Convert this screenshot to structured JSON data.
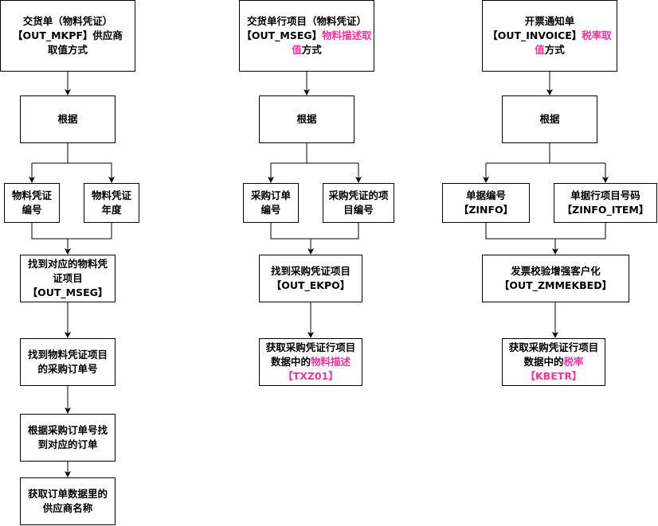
{
  "colors": {
    "highlight": "#FF3399",
    "text": "#000000",
    "stroke": "#000000"
  },
  "nodes": {
    "c1_top": [
      {
        "t": "交货单（物料凭证）【OUT_MKPF】供应商取值方式"
      }
    ],
    "c1_basis": [
      {
        "t": "根据"
      }
    ],
    "c1_a": [
      {
        "t": "物料凭证编号"
      }
    ],
    "c1_b": [
      {
        "t": "物料凭证年度"
      }
    ],
    "c1_s1": [
      {
        "t": "找到对应的物料凭证项目【OUT_MSEG】"
      }
    ],
    "c1_s2": [
      {
        "t": "找到物料凭证项目的采购订单号"
      }
    ],
    "c1_s3": [
      {
        "t": "根据采购订单号找到对应的订单"
      }
    ],
    "c1_s4": [
      {
        "t": "获取订单数据里的供应商名称"
      }
    ],
    "c2_top": [
      {
        "t": "交货单行项目（物料凭证）【OUT_MSEG】"
      },
      {
        "t": "物料描述取值",
        "hl": true
      },
      {
        "t": "方式"
      }
    ],
    "c2_basis": [
      {
        "t": "根据"
      }
    ],
    "c2_a": [
      {
        "t": "采购订单编号"
      }
    ],
    "c2_b": [
      {
        "t": "采购凭证的项目编号"
      }
    ],
    "c2_s1": [
      {
        "t": "找到采购凭证项目【OUT_EKPO】"
      }
    ],
    "c2_s2": [
      {
        "t": "获取采购凭证行项目数据中的"
      },
      {
        "t": "物料描述【TXZ01】",
        "hl": true
      }
    ],
    "c3_top": [
      {
        "t": "开票通知单【OUT_INVOICE】"
      },
      {
        "t": "税率取值",
        "hl": true
      },
      {
        "t": "方式"
      }
    ],
    "c3_basis": [
      {
        "t": "根据"
      }
    ],
    "c3_a": [
      {
        "t": "单据编号【ZINFO】"
      }
    ],
    "c3_b": [
      {
        "t": "单据行项目号码【ZINFO_ITEM】"
      }
    ],
    "c3_s1": [
      {
        "t": "发票校验增强客户化【OUT_ZMMEKBED】"
      }
    ],
    "c3_s2": [
      {
        "t": "获取采购凭证行项目数据中的"
      },
      {
        "t": "税率【KBETR】",
        "hl": true
      }
    ]
  }
}
